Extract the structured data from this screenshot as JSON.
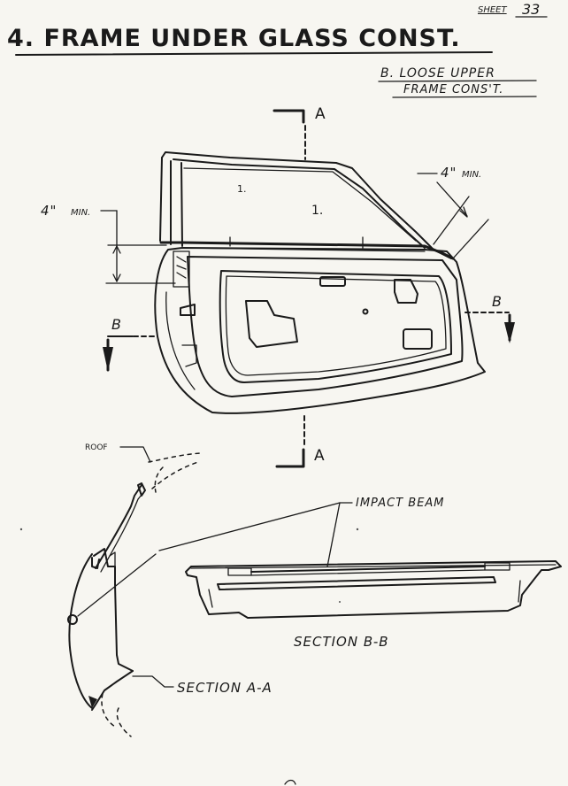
{
  "header": {
    "title": "4. FRAME UNDER GLASS CONST.",
    "sheet_label": "SHEET",
    "sheet_number": "33"
  },
  "subtitle": {
    "line1": "B. LOOSE UPPER",
    "line2": "FRAME CONS'T."
  },
  "door_view": {
    "section_a_top": "A",
    "section_a_bottom": "A",
    "section_b_left": "B",
    "section_b_right": "B",
    "dim_left": "4\"",
    "dim_left_unit": "MIN.",
    "dim_right": "4\"",
    "dim_right_unit": "MIN.",
    "glass_mark_1": "1.",
    "glass_mark_2": "1."
  },
  "sections": {
    "roof_label": "ROOF",
    "impact_beam_label": "IMPACT BEAM",
    "section_bb_label": "SECTION B-B",
    "section_aa_label": "SECTION A-A"
  }
}
